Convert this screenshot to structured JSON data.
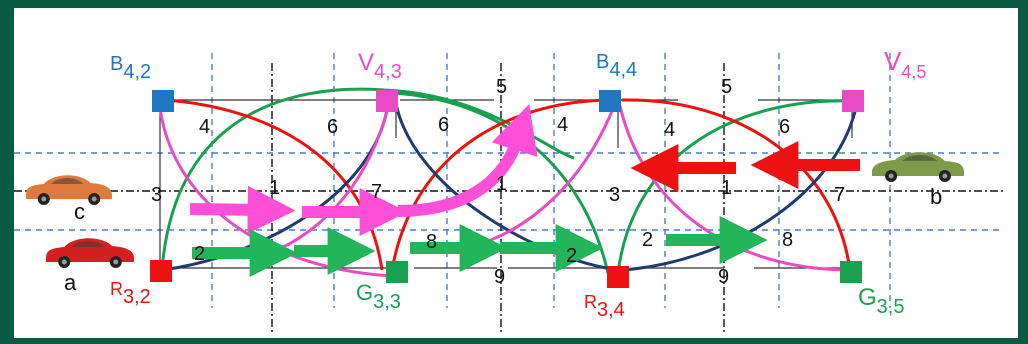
{
  "nodes": [
    {
      "id": "B42",
      "letter": "B",
      "sub": "4,2",
      "color": "#1f77c4"
    },
    {
      "id": "V43",
      "letter": "V",
      "sub": "4,3",
      "color": "#e84bc6"
    },
    {
      "id": "B44",
      "letter": "B",
      "sub": "4,4",
      "color": "#1f77c4"
    },
    {
      "id": "V45",
      "letter": "V",
      "sub": "4,5",
      "color": "#e84bc6"
    },
    {
      "id": "R32",
      "letter": "R",
      "sub": "3,2",
      "color": "#ee1111"
    },
    {
      "id": "G33",
      "letter": "G",
      "sub": "3,3",
      "color": "#18a050"
    },
    {
      "id": "R34",
      "letter": "R",
      "sub": "3,4",
      "color": "#ee1111"
    },
    {
      "id": "G35",
      "letter": "G",
      "sub": "3,5",
      "color": "#18a050"
    }
  ],
  "cell_numbers": [
    "4",
    "6",
    "6",
    "5",
    "4",
    "4",
    "5",
    "6",
    "3",
    "1",
    "7",
    "1",
    "3",
    "1",
    "7",
    "2",
    "8",
    "2",
    "2",
    "8",
    "9",
    "9"
  ],
  "cars": [
    {
      "label": "c",
      "color": "#e07a3c"
    },
    {
      "label": "a",
      "color": "#d42020"
    },
    {
      "label": "b",
      "color": "#7c9a48"
    }
  ],
  "colors": {
    "frame": "#0b5a44",
    "arc_red": "#ee1111",
    "arc_green": "#18a050",
    "arc_navy": "#1f3a6e",
    "arc_pink": "#e84bc6",
    "grid_dash": "#4a7fc0",
    "arrow_pink": "#ff4fd8",
    "arrow_green": "#22b55a",
    "arrow_red": "#ee1111"
  }
}
